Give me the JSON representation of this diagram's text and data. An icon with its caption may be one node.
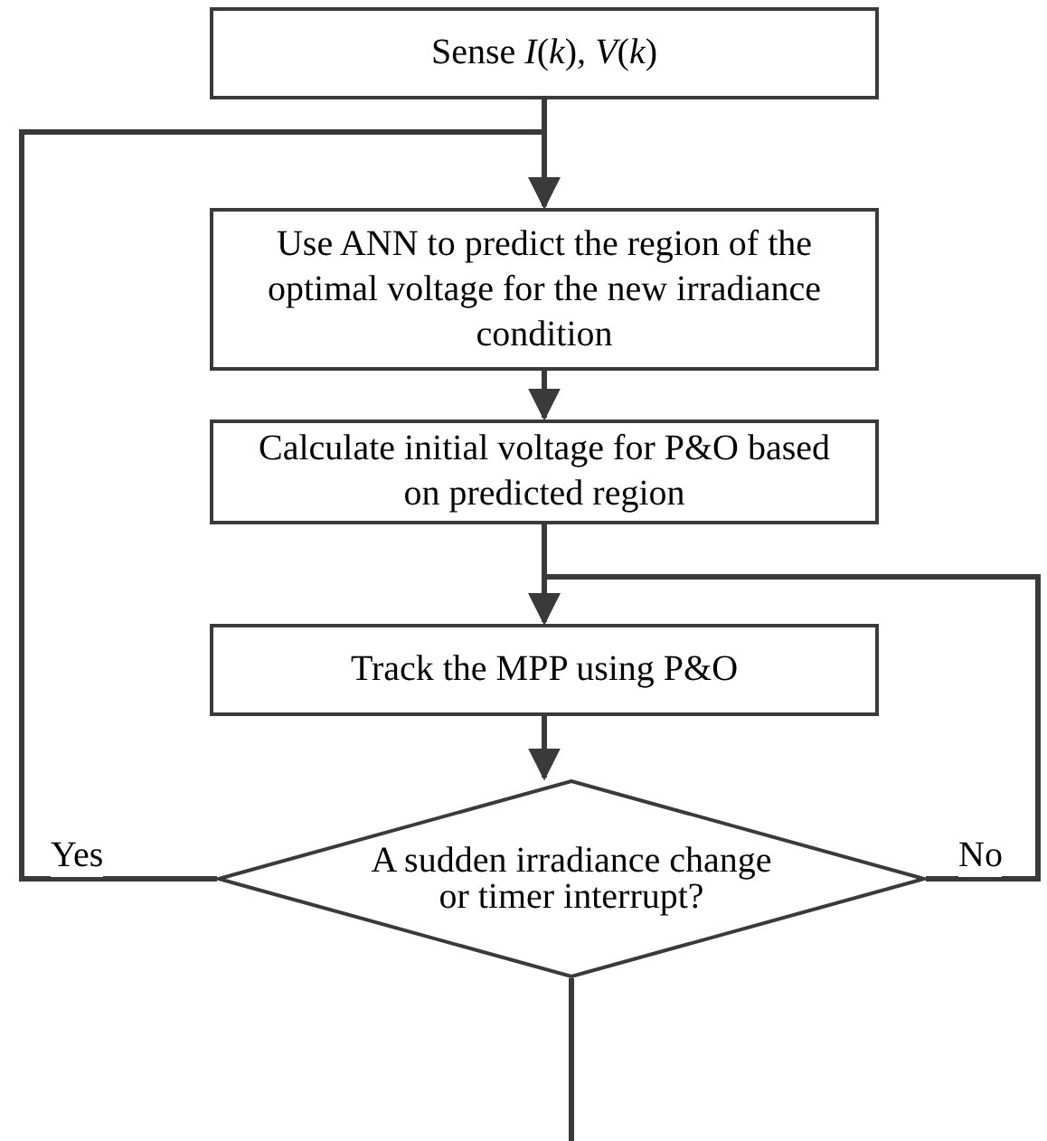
{
  "diagram": {
    "nodes": [
      {
        "text": [
          "Sense *I*(*k*), *V*(*k*)"
        ]
      },
      {
        "text": [
          "Use ANN to predict the region of the optimal voltage for the new irradiance condition"
        ]
      },
      {
        "text": [
          "Calculate initial voltage for P&O based on predicted region"
        ]
      },
      {
        "text": [
          "Track the MPP using P&O"
        ]
      },
      {
        "text": [
          "A sudden irradiance change or timer interrupt?"
        ]
      }
    ],
    "edges": [
      {
        "from": 0,
        "to": 1,
        "arrow": "to"
      },
      {
        "from": 1,
        "to": 2,
        "arrow": "to"
      },
      {
        "from": 2,
        "to": 3,
        "arrow": "to"
      },
      {
        "from": 3,
        "to": 4,
        "arrow": "to"
      },
      {
        "from": 4,
        "to": 1,
        "arrow": "to",
        "label": "Yes"
      },
      {
        "from": 4,
        "to": 3,
        "arrow": "to",
        "label": "No"
      },
      {
        "from": 4,
        "to": null,
        "arrow": "none"
      }
    ]
  }
}
